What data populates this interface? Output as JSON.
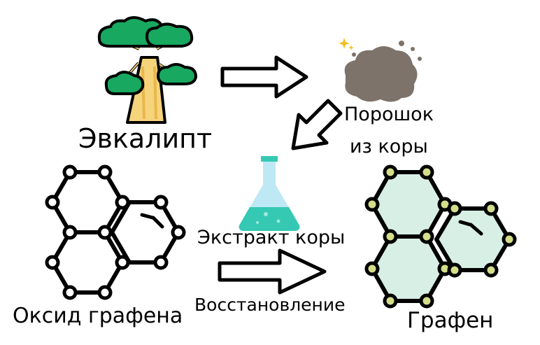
{
  "labels": {
    "eucalyptus": "Эвкалипт",
    "bark_powder_line1": "Порошок",
    "bark_powder_line2": "из коры",
    "bark_extract": "Экстракт коры",
    "reduction": "Восстановление",
    "graphene_oxide": "Оксид графена",
    "graphene": "Графен"
  },
  "colors": {
    "tree_foliage": "#18a860",
    "tree_trunk": "#f6d47c",
    "powder": "#7d736a",
    "flask_liquid": "#35c9b3",
    "flask_glass": "#bfe8f5",
    "graphene_fill": "#d8efe6",
    "graphene_nodes": "#d4de8a",
    "oxide_nodes": "#ffffff"
  },
  "icons": [
    "eucalyptus-tree-icon",
    "bark-powder-icon",
    "flask-icon",
    "graphene-oxide-icon",
    "graphene-icon",
    "arrow-right-icon",
    "arrow-down-left-icon"
  ]
}
